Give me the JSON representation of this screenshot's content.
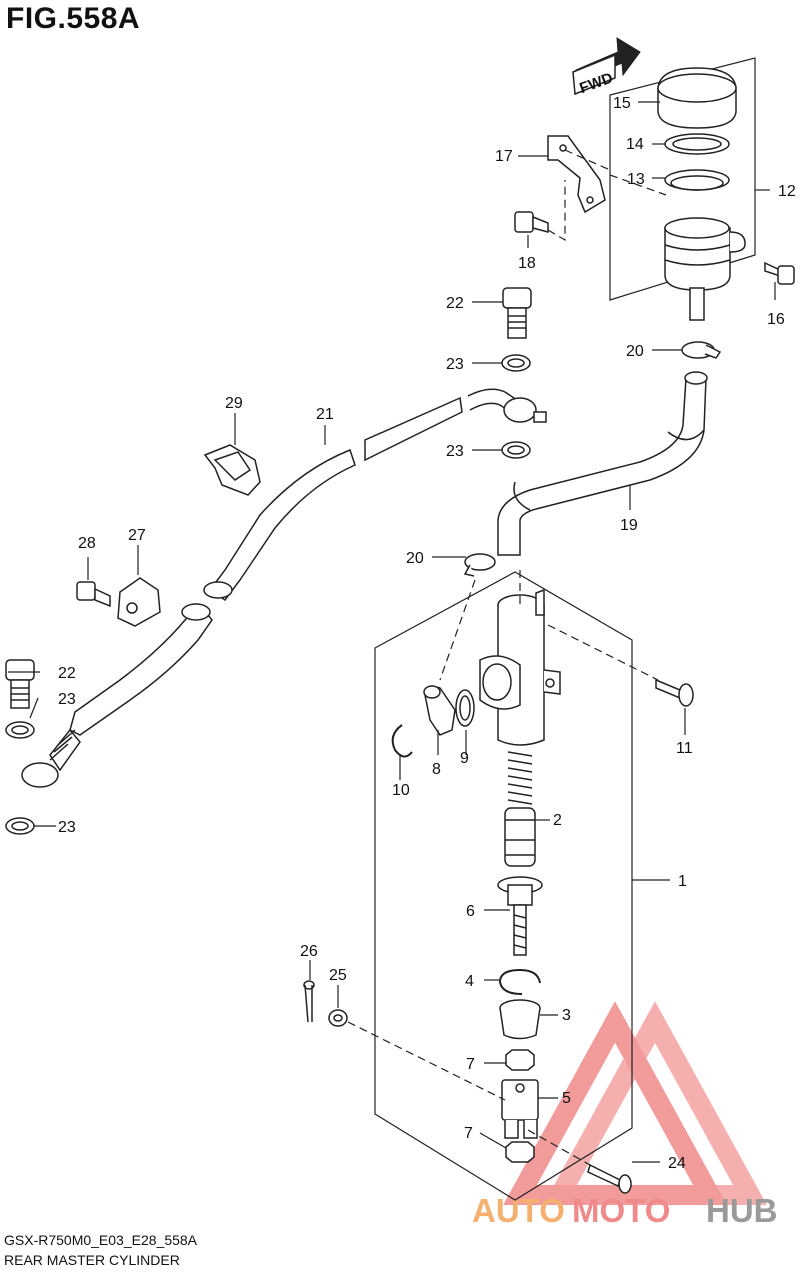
{
  "figure": {
    "title": "FIG.558A",
    "code": "GSX-R750M0_E03_E28_558A",
    "subtitle": "REAR MASTER CYLINDER",
    "direction_marker": "FWD"
  },
  "watermark": {
    "brand_part1": "AUTO",
    "brand_part2": "MOTO",
    "brand_part3": "HUB",
    "colors": {
      "orange": "#f5b070",
      "pink": "#f08a8a",
      "gray": "#9a9a9a"
    }
  },
  "callouts": [
    {
      "id": "c1",
      "num": "1"
    },
    {
      "id": "c2",
      "num": "2"
    },
    {
      "id": "c3",
      "num": "3"
    },
    {
      "id": "c4",
      "num": "4"
    },
    {
      "id": "c5",
      "num": "5"
    },
    {
      "id": "c6",
      "num": "6"
    },
    {
      "id": "c7a",
      "num": "7"
    },
    {
      "id": "c7b",
      "num": "7"
    },
    {
      "id": "c8",
      "num": "8"
    },
    {
      "id": "c9",
      "num": "9"
    },
    {
      "id": "c10",
      "num": "10"
    },
    {
      "id": "c11",
      "num": "11"
    },
    {
      "id": "c12",
      "num": "12"
    },
    {
      "id": "c13",
      "num": "13"
    },
    {
      "id": "c14",
      "num": "14"
    },
    {
      "id": "c15",
      "num": "15"
    },
    {
      "id": "c16",
      "num": "16"
    },
    {
      "id": "c17",
      "num": "17"
    },
    {
      "id": "c18",
      "num": "18"
    },
    {
      "id": "c19",
      "num": "19"
    },
    {
      "id": "c20a",
      "num": "20"
    },
    {
      "id": "c20b",
      "num": "20"
    },
    {
      "id": "c21",
      "num": "21"
    },
    {
      "id": "c22a",
      "num": "22"
    },
    {
      "id": "c22b",
      "num": "22"
    },
    {
      "id": "c23a",
      "num": "23"
    },
    {
      "id": "c23b",
      "num": "23"
    },
    {
      "id": "c23c",
      "num": "23"
    },
    {
      "id": "c23d",
      "num": "23"
    },
    {
      "id": "c24",
      "num": "24"
    },
    {
      "id": "c25",
      "num": "25"
    },
    {
      "id": "c26",
      "num": "26"
    },
    {
      "id": "c27",
      "num": "27"
    },
    {
      "id": "c28",
      "num": "28"
    },
    {
      "id": "c29",
      "num": "29"
    }
  ]
}
